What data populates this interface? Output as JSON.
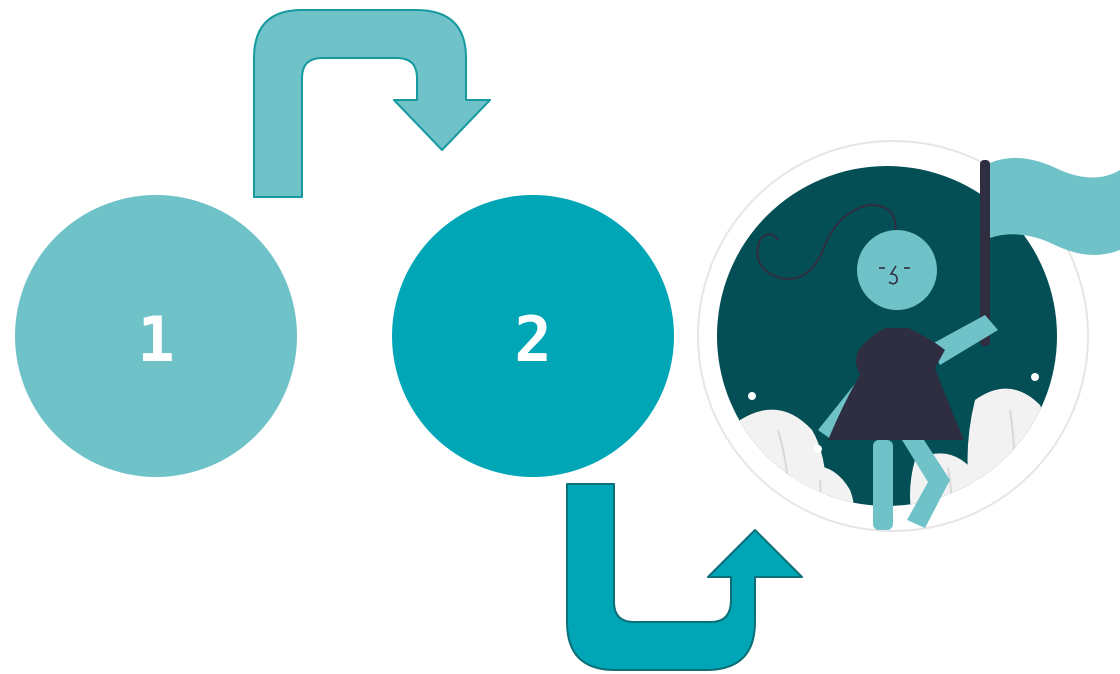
{
  "steps": [
    {
      "label": "1",
      "color": "#6fc3c8"
    },
    {
      "label": "2",
      "color": "#00a6b6"
    }
  ],
  "arrows": [
    {
      "from": "step-1",
      "to": "step-2",
      "color": "#6fc3c8"
    },
    {
      "from": "step-2",
      "to": "goal",
      "color": "#00a6b6"
    }
  ],
  "goal": {
    "illustration": "person-holding-flag-icon",
    "colors": {
      "background": "#034f55",
      "figure": "#6fc3c8",
      "dress": "#2f2e41",
      "plants": "#f2f2f2",
      "ring": "#e6e6e6"
    }
  }
}
